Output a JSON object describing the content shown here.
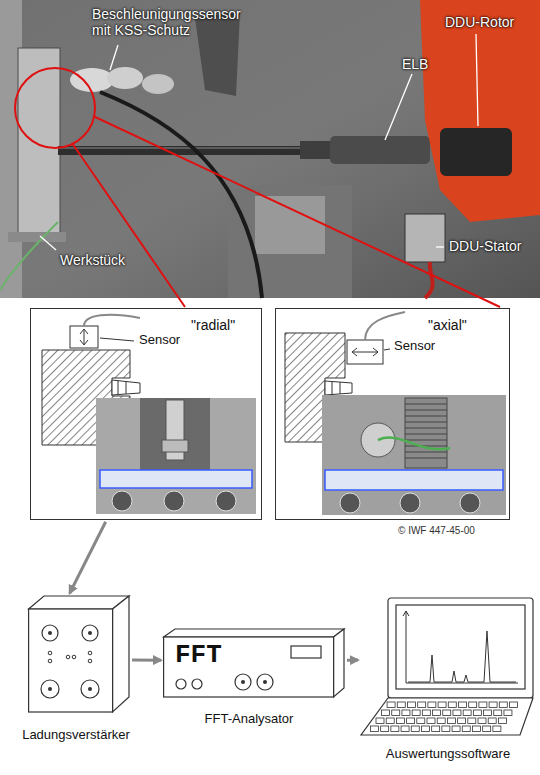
{
  "diagram": {
    "nodes": [
      {
        "text": [
          "\"radial\"",
          "Sensor"
        ]
      },
      {
        "text": [
          "\"axial\"",
          "Sensor"
        ]
      },
      {
        "text": [
          "Ladungsverstärker"
        ]
      },
      {
        "text": [
          "FFT",
          "FFT-Analysator"
        ]
      },
      {
        "text": [
          "Auswertungssoftware"
        ]
      }
    ],
    "edges": [
      {
        "from": 0,
        "to": 2,
        "arrow": "to"
      },
      {
        "from": 2,
        "to": 3,
        "arrow": "to"
      },
      {
        "from": 3,
        "to": 4,
        "arrow": "to"
      }
    ],
    "labels": [
      "Beschleunigungssensor mit KSS-Schutz",
      "DDU-Rotor",
      "ELB",
      "DDU-Stator",
      "Werkstück",
      "© IWF 447-45-00"
    ]
  }
}
